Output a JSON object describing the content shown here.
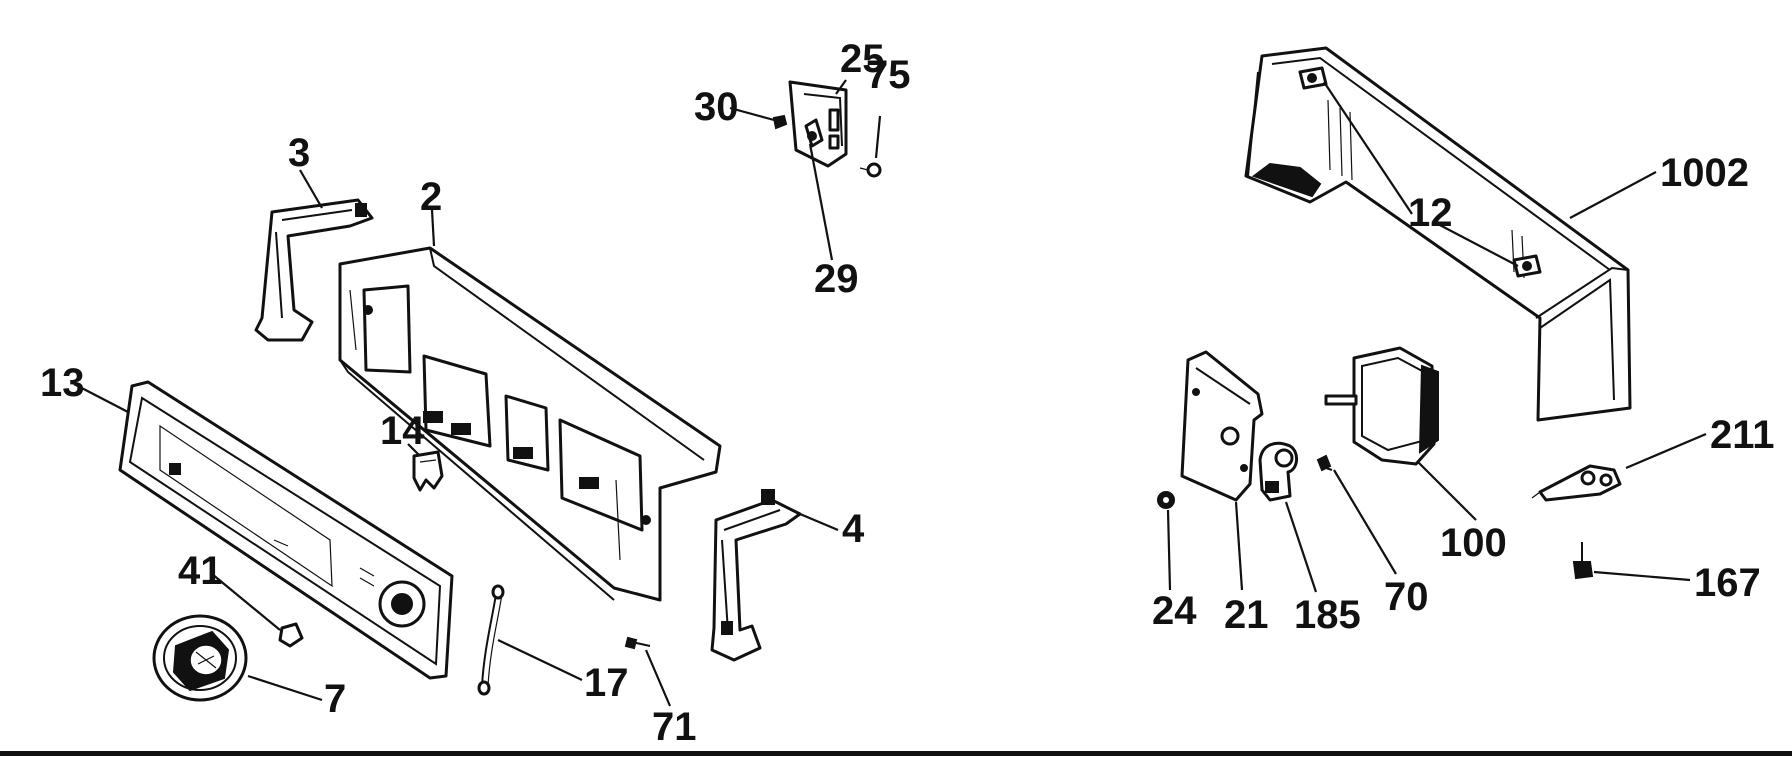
{
  "diagram": {
    "callouts": [
      "2",
      "3",
      "4",
      "7",
      "12",
      "13",
      "14",
      "17",
      "21",
      "24",
      "25",
      "29",
      "30",
      "41",
      "70",
      "71",
      "75",
      "100",
      "167",
      "185",
      "211",
      "1002"
    ],
    "colors": {
      "ink": "#111111",
      "paper": "#ffffff"
    }
  }
}
